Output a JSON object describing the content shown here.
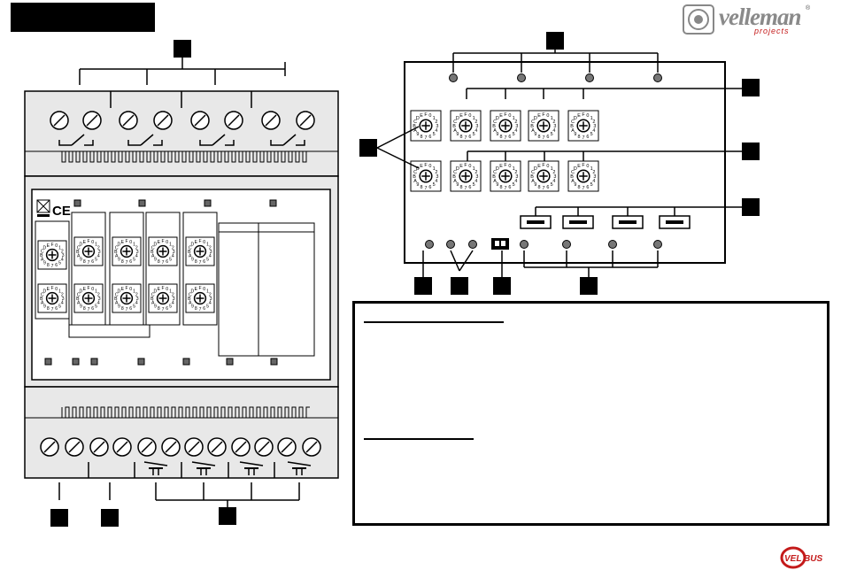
{
  "logo": {
    "brand": "velleman",
    "sub": "projects",
    "reg": "®"
  },
  "velbus": {
    "text": "VEL BUS"
  },
  "module": {
    "ce_mark": "CE",
    "dial_chars": "DEF0123456789ABC"
  },
  "colors": {
    "ink": "#000000",
    "panel": "#e8e8e8",
    "logo_gray": "#8a8a8a",
    "logo_red": "#c41a1a"
  }
}
